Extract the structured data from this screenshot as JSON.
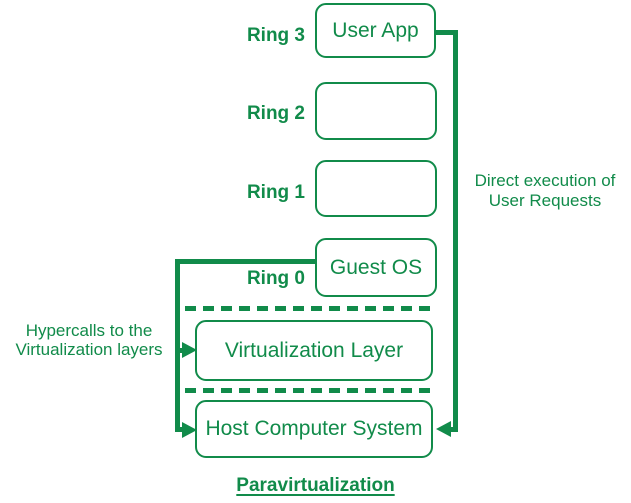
{
  "colors": {
    "green": "#118b4a",
    "background": "#ffffff"
  },
  "diagram": {
    "title": "Paravirtualization",
    "rings": [
      {
        "label": "Ring 3",
        "box": "User App"
      },
      {
        "label": "Ring 2",
        "box": ""
      },
      {
        "label": "Ring 1",
        "box": ""
      },
      {
        "label": "Ring 0",
        "box": "Guest OS"
      }
    ],
    "layers": [
      {
        "box": "Virtualization Layer"
      },
      {
        "box": "Host Computer System"
      }
    ],
    "annotations": {
      "hypercalls_line1": "Hypercalls to the",
      "hypercalls_line2": "Virtualization layers",
      "direct_line1": "Direct execution of",
      "direct_line2": "User Requests"
    }
  }
}
